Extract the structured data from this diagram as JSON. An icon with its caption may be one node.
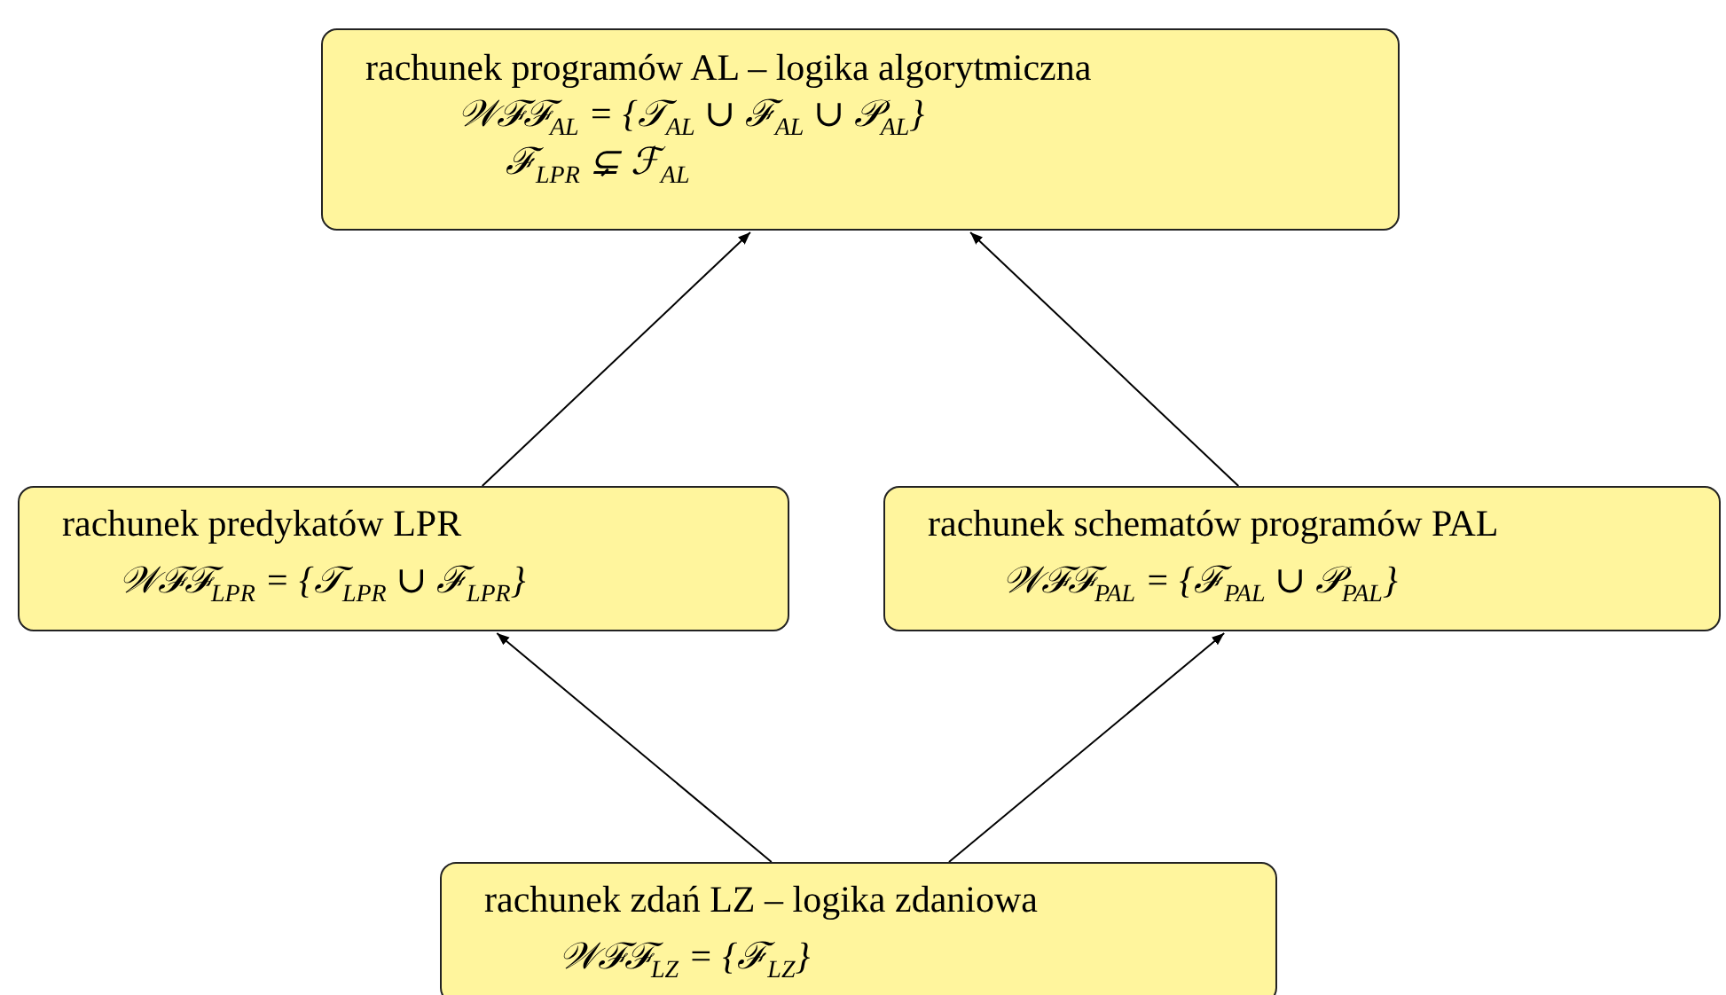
{
  "diagram": {
    "nodes": [
      {
        "text": [
          "rachunek programów AL – logika algorytmiczna",
          "𝒲ℱℱ$_{AL}$ = {𝒯$_{AL}$ ∪ ℱ$_{AL}$ ∪ 𝒫$_{AL}$}",
          "ℱ$_{LPR}$ ⊊ ℱ$_{AL}$"
        ]
      },
      {
        "text": [
          "rachunek predykatów LPR",
          "𝒲ℱℱ$_{LPR}$ = {𝒯$_{LPR}$ ∪ ℱ$_{LPR}$}"
        ]
      },
      {
        "text": [
          "rachunek schematów programów PAL",
          "𝒲ℱℱ$_{PAL}$ = {ℱ$_{PAL}$ ∪ 𝒫$_{PAL}$}"
        ]
      },
      {
        "text": [
          "rachunek zdań LZ – logika zdaniowa",
          "𝒲ℱℱ$_{LZ}$ = {ℱ$_{LZ}$}"
        ]
      }
    ],
    "edges": [
      {
        "from": 1,
        "to": 0,
        "arrow": "to"
      },
      {
        "from": 2,
        "to": 0,
        "arrow": "to"
      },
      {
        "from": 3,
        "to": 1,
        "arrow": "to"
      },
      {
        "from": 3,
        "to": 2,
        "arrow": "to"
      }
    ]
  }
}
